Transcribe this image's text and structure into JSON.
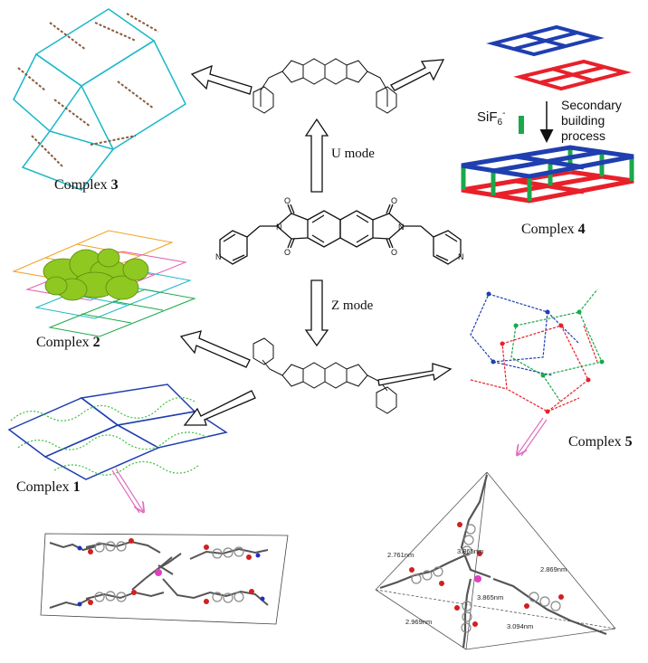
{
  "center_molecule": {
    "atoms": {
      "n": "N",
      "o": "O"
    }
  },
  "modes": {
    "u": "U mode",
    "z": "Z mode"
  },
  "complexes": {
    "c1": {
      "prefix": "Complex ",
      "num": "1"
    },
    "c2": {
      "prefix": "Complex ",
      "num": "2"
    },
    "c3": {
      "prefix": "Complex ",
      "num": "3"
    },
    "c4": {
      "prefix": "Complex ",
      "num": "4"
    },
    "c5": {
      "prefix": "Complex ",
      "num": "5"
    }
  },
  "assembly": {
    "anion_base": "SiF",
    "anion_sub": "6",
    "anion_sup": "-",
    "line1": "Secondary",
    "line2": "building",
    "line3": "process"
  },
  "tetrahedron": {
    "d1": "2.761nm",
    "d2": "3.865nm",
    "d3": "2.869nm",
    "d4": "3.865nm",
    "d5": "2.969nm",
    "d6": "3.094nm"
  },
  "colors": {
    "blue": "#1f3fb0",
    "red": "#e8202a",
    "green": "#1aa84a",
    "cyan": "#1bb8c8",
    "magenta": "#e060b0",
    "orange": "#f0a020",
    "lime": "#7fc820"
  }
}
